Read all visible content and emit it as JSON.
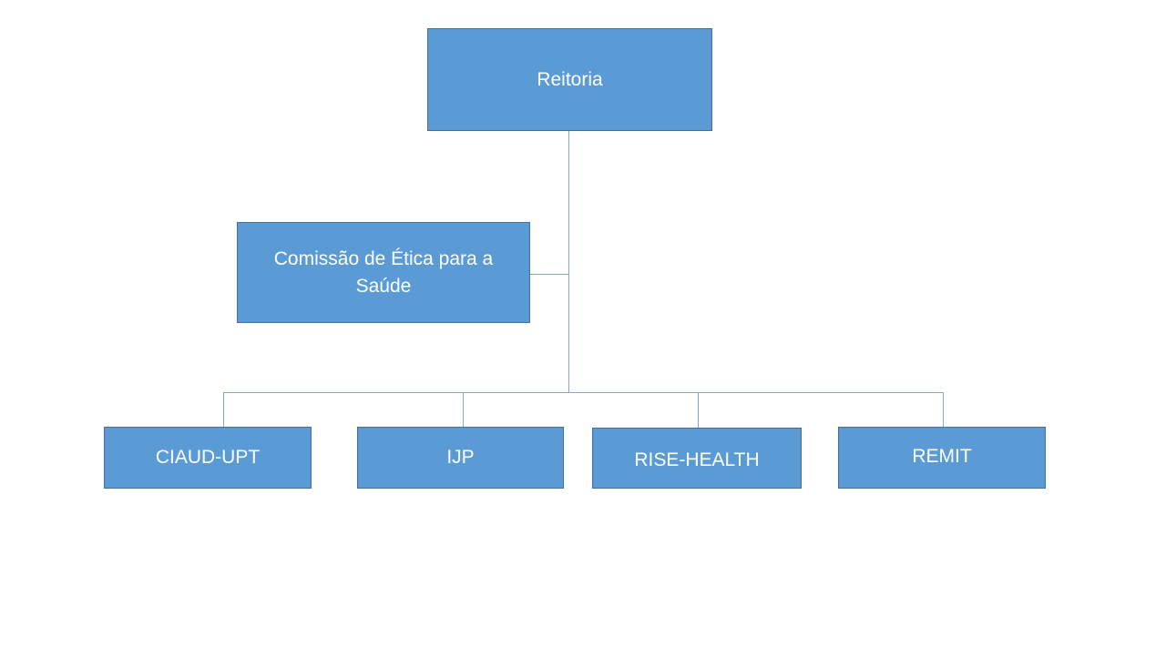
{
  "chart_title": "",
  "colors": {
    "box_fill": "#5B9BD5",
    "box_border": "#41719C",
    "connector": "#7FA9CB",
    "text": "#FFFFFF",
    "canvas_bg": "#FFFFFF"
  },
  "nodes": {
    "root": {
      "label": "Reitoria"
    },
    "ethics": {
      "label": "Comissão de Ética para a Saúde"
    },
    "children": [
      {
        "label": "CIAUD-UPT"
      },
      {
        "label": "IJP"
      },
      {
        "label": "RISE-HEALTH"
      },
      {
        "label": "REMIT"
      }
    ]
  },
  "structure": {
    "root_child": "ethics",
    "root_children_row": [
      "CIAUD-UPT",
      "IJP",
      "RISE-HEALTH",
      "REMIT"
    ]
  }
}
